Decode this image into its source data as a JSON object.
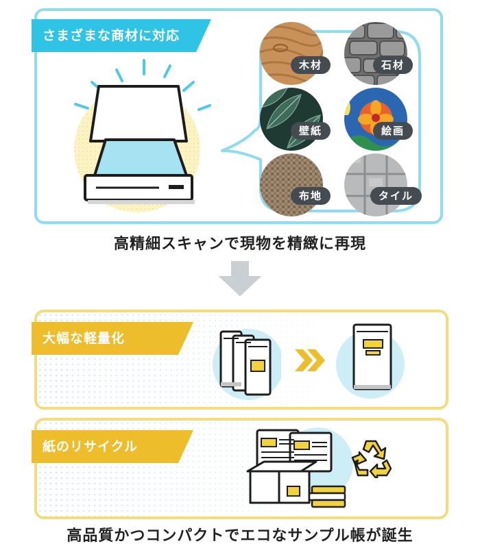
{
  "materials_section": {
    "ribbon_label": "さまざまな商材に対応",
    "materials": [
      {
        "label": "木材",
        "icon": "wood-texture"
      },
      {
        "label": "石材",
        "icon": "stone-texture"
      },
      {
        "label": "壁紙",
        "icon": "wallpaper-texture"
      },
      {
        "label": "絵画",
        "icon": "painting-texture"
      },
      {
        "label": "布地",
        "icon": "fabric-texture"
      },
      {
        "label": "タイル",
        "icon": "tile-texture"
      }
    ],
    "caption": "高精細スキャンで現物を精緻に再現"
  },
  "arrow_icon": "down-arrow-icon",
  "lightweight_section": {
    "ribbon_label": "大幅な軽量化",
    "icons": [
      "stacked-books-icon",
      "double-chevron-right-icon",
      "single-book-icon"
    ]
  },
  "recycle_section": {
    "ribbon_label": "紙のリサイクル",
    "icons": [
      "paper-documents-icon",
      "cardboard-box-icon",
      "recycle-icon"
    ]
  },
  "footer_caption": "高品質かつコンパクトでエコなサンプル帳が誕生",
  "colors": {
    "blue_accent": "#2fc3e6",
    "blue_border": "#8fdbef",
    "yellow_accent": "#edbd2c",
    "yellow_border": "#f3dc7e",
    "label_bg": "#444c52",
    "arrow": "#c9cfd3"
  }
}
